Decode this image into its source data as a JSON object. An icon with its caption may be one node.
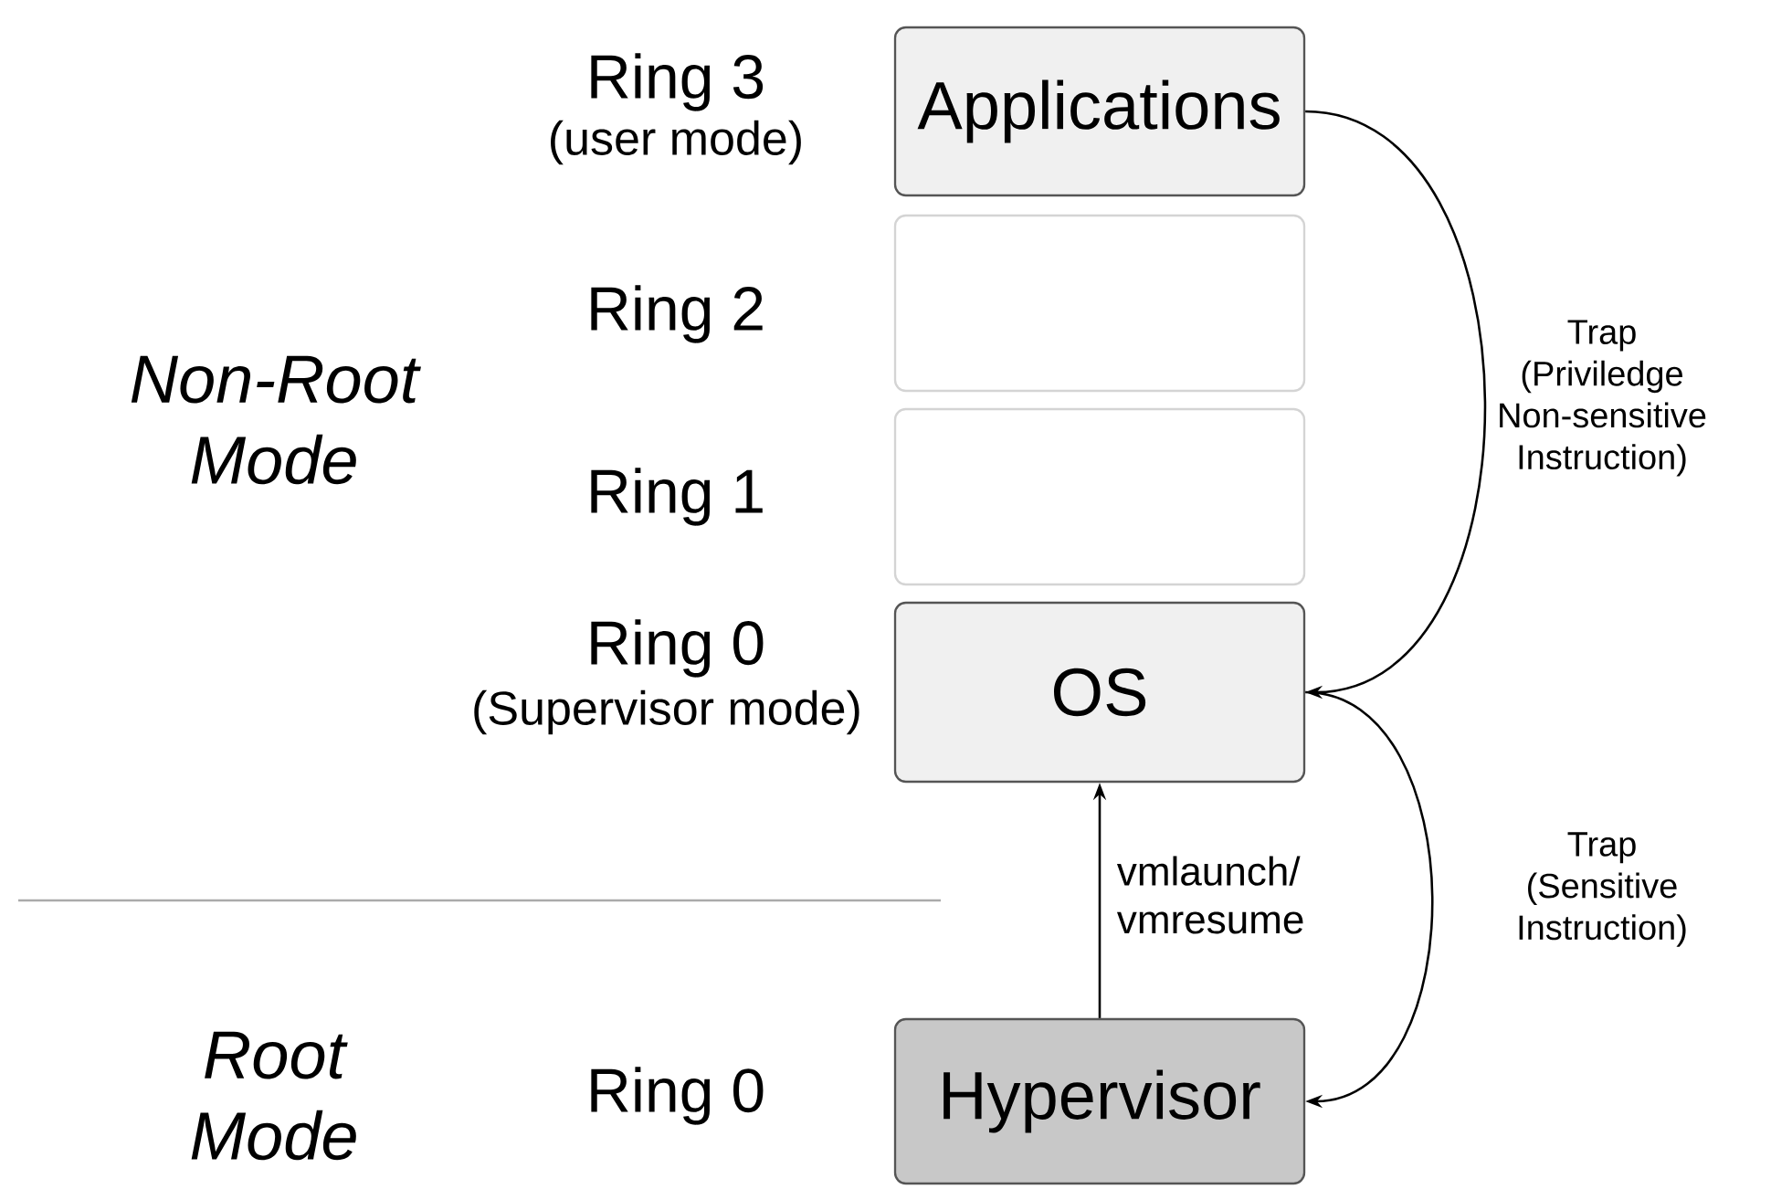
{
  "diagram": {
    "nodes": [
      {
        "text": [
          "Applications"
        ],
        "beside": [
          "Ring 3",
          "(user mode)"
        ]
      },
      {
        "text": [],
        "shape": "box",
        "beside": [
          "Ring 2"
        ]
      },
      {
        "text": [],
        "shape": "box",
        "beside": [
          "Ring 1"
        ]
      },
      {
        "text": [
          "OS"
        ],
        "beside": [
          "Ring 0",
          "(Supervisor mode)"
        ]
      },
      {
        "text": [
          "Hypervisor"
        ],
        "beside": [
          "Ring 0"
        ]
      }
    ],
    "edges": [
      {
        "from": 0,
        "to": 3,
        "arrow": "to",
        "label": "Trap (Priviledge Non-sensitive Instruction)"
      },
      {
        "from": 3,
        "to": 4,
        "arrow": "to",
        "label": "Trap (Sensitive Instruction)"
      },
      {
        "from": 4,
        "to": 3,
        "arrow": "to",
        "label": "vmlaunch/ vmresume"
      }
    ],
    "labels": [
      "Non-Root Mode",
      "Root Mode"
    ]
  }
}
